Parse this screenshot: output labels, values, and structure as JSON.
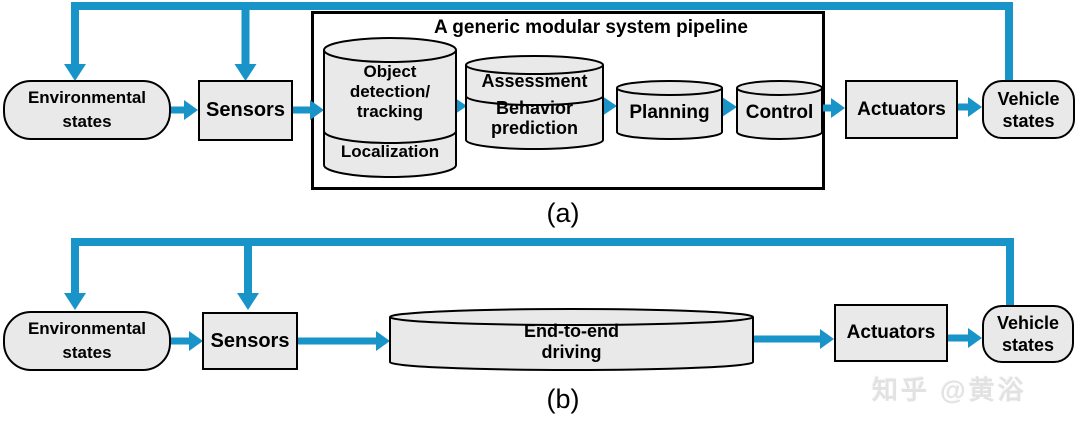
{
  "colors": {
    "accent": "#1994c9",
    "node_fill": "#e9e9e9",
    "node_border": "#000000"
  },
  "panel_a": {
    "caption": "(a)",
    "box_title": "A generic modular system pipeline",
    "nodes": {
      "environmental_states": "Environmental\nstates",
      "sensors": "Sensors",
      "object_detection": "Object\ndetection/\ntracking",
      "localization": "Localization",
      "assessment": "Assessment",
      "behavior_prediction": "Behavior\nprediction",
      "planning": "Planning",
      "control": "Control",
      "actuators": "Actuators",
      "vehicle_states": "Vehicle\nstates"
    }
  },
  "panel_b": {
    "caption": "(b)",
    "nodes": {
      "environmental_states": "Environmental\nstates",
      "sensors": "Sensors",
      "end_to_end_driving": "End-to-end\ndriving",
      "actuators": "Actuators",
      "vehicle_states": "Vehicle\nstates"
    }
  },
  "watermark": "知乎 @黄浴"
}
